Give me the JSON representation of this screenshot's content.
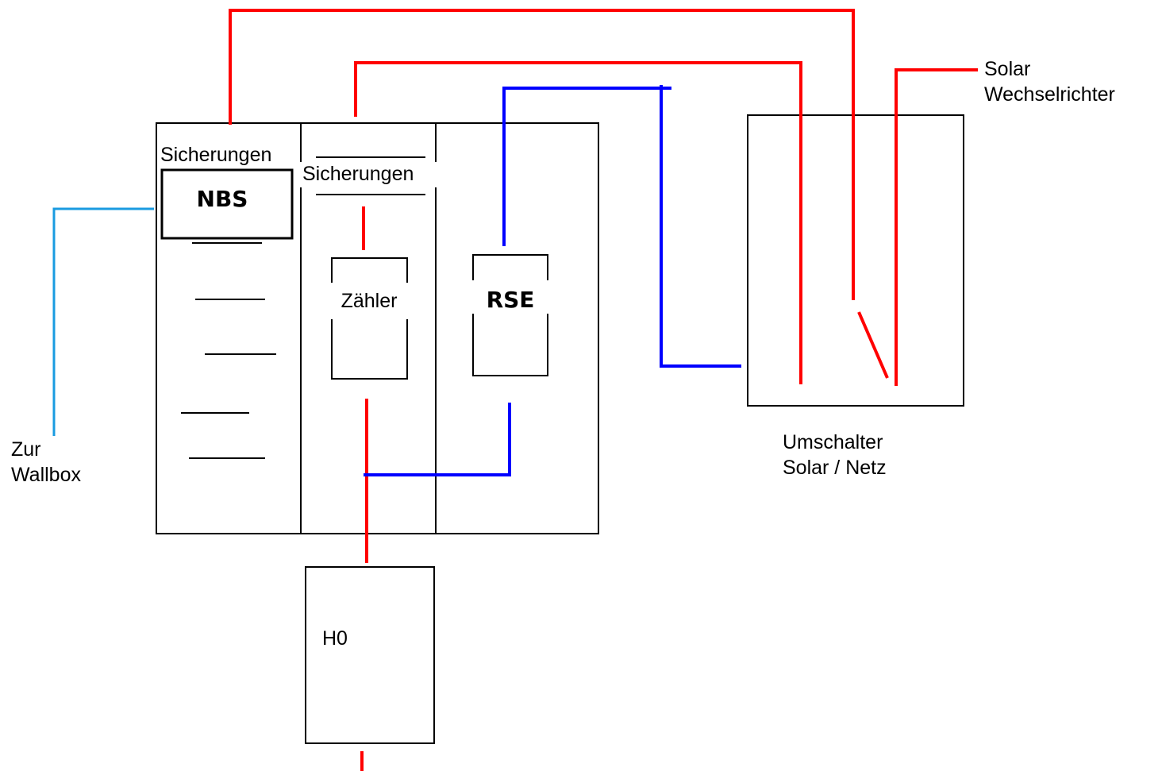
{
  "colors": {
    "phase_wire": "#ff0000",
    "control_wire": "#0000ff",
    "wallbox_wire": "#1a9be0",
    "outline": "#000000",
    "background": "#ffffff"
  },
  "labels": {
    "fuses_left": "Sicherungen",
    "fuses_middle": "Sicherungen",
    "nbs": "NBS",
    "meter": "Zähler",
    "rse": "RSE",
    "h0": "H0",
    "wallbox_line1": "Zur",
    "wallbox_line2": "Wallbox",
    "switch_line1": "Umschalter",
    "switch_line2": "Solar / Netz",
    "inverter_line1": "Solar",
    "inverter_line2": "Wechselrichter"
  }
}
